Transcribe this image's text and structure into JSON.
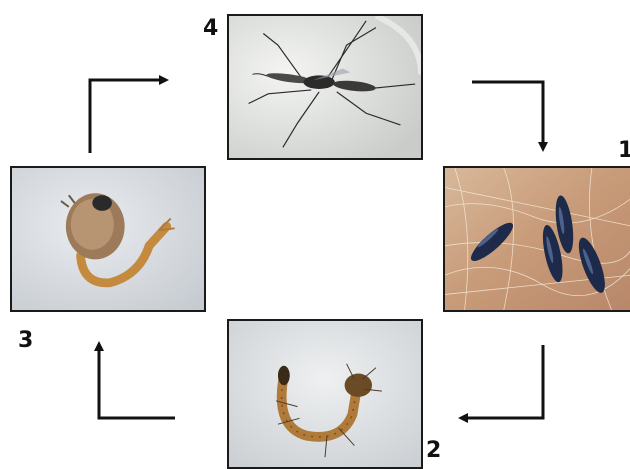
{
  "stages": [
    {
      "number": "1",
      "depicts": "eggs"
    },
    {
      "number": "2",
      "depicts": "larva"
    },
    {
      "number": "3",
      "depicts": "pupa"
    },
    {
      "number": "4",
      "depicts": "adult mosquito"
    }
  ],
  "colors": {
    "border": "#1a1a1a",
    "arrow": "#111111",
    "egg": "#1d2a4a",
    "larva": "#b07a3a",
    "pupa": "#c48a3e"
  }
}
